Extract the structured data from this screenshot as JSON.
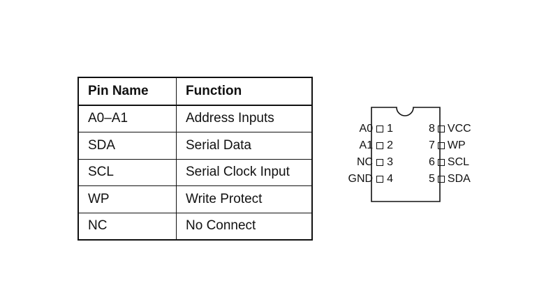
{
  "pin_table": {
    "headers": {
      "name": "Pin Name",
      "function": "Function"
    },
    "rows": [
      {
        "name": "A0–A1",
        "function": "Address Inputs"
      },
      {
        "name": "SDA",
        "function": "Serial Data"
      },
      {
        "name": "SCL",
        "function": "Serial Clock Input"
      },
      {
        "name": "WP",
        "function": "Write Protect"
      },
      {
        "name": "NC",
        "function": "No Connect"
      }
    ]
  },
  "package": {
    "left_pins": [
      {
        "label": "A0",
        "number": "1"
      },
      {
        "label": "A1",
        "number": "2"
      },
      {
        "label": "NC",
        "number": "3"
      },
      {
        "label": "GND",
        "number": "4"
      }
    ],
    "right_pins": [
      {
        "number": "8",
        "label": "VCC"
      },
      {
        "number": "7",
        "label": "WP"
      },
      {
        "number": "6",
        "label": "SCL"
      },
      {
        "number": "5",
        "label": "SDA"
      }
    ]
  }
}
